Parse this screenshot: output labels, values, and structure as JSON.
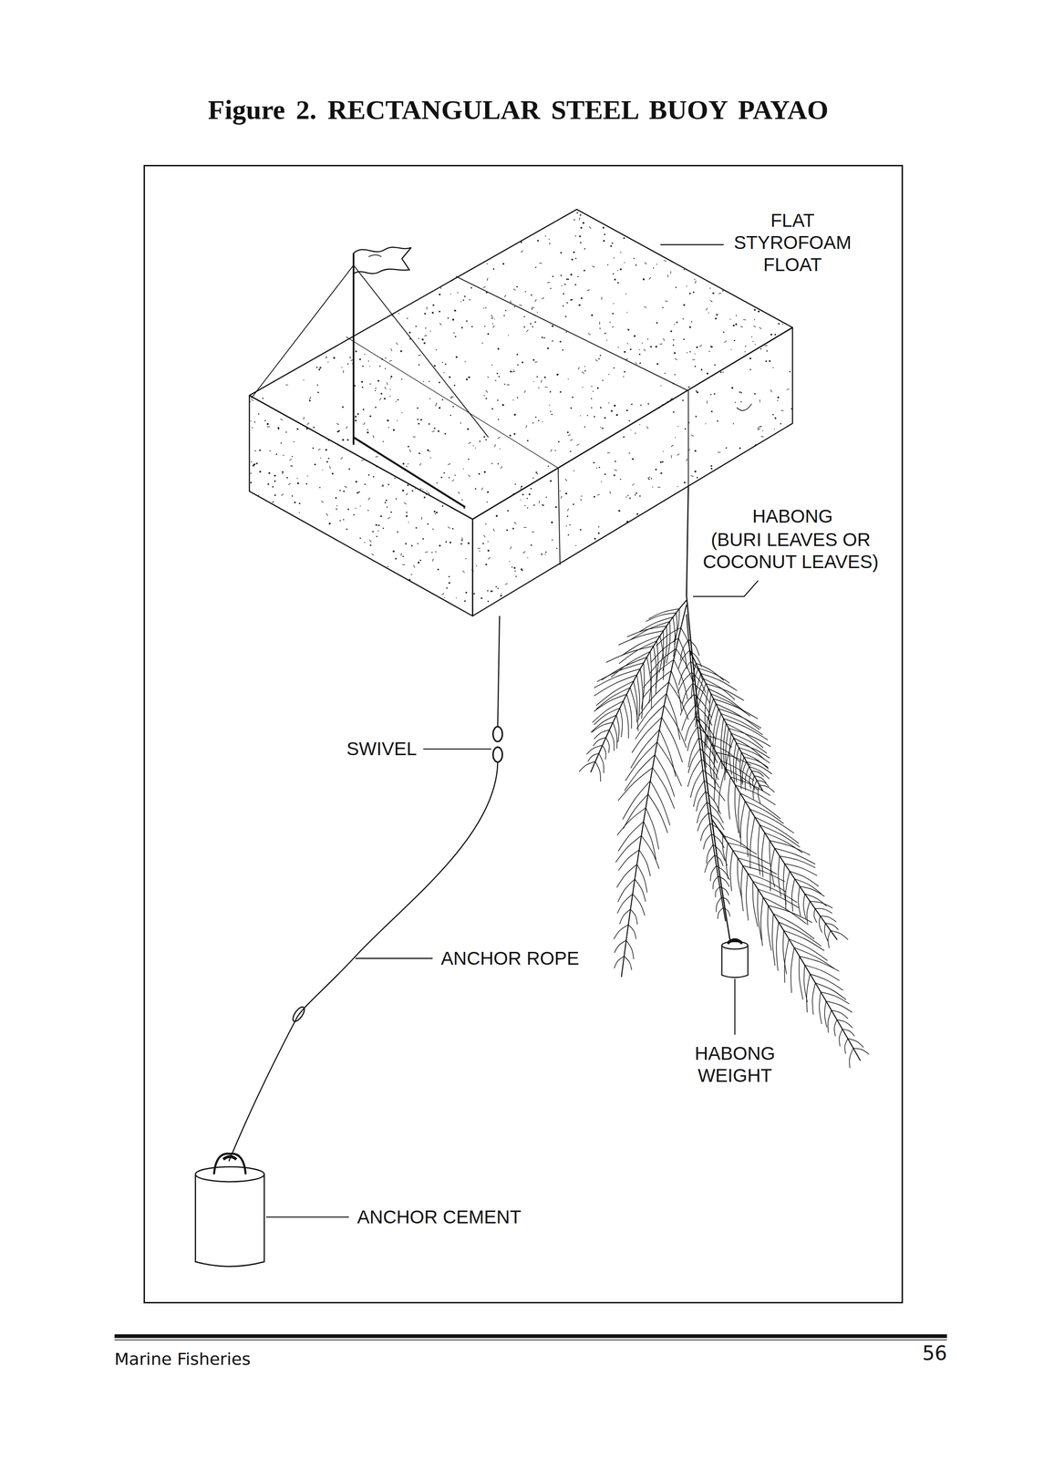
{
  "diagram": {
    "title": "Figure 2. RECTANGULAR STEEL BUOY PAYAO",
    "labels": [
      "FLAT STYROFOAM FLOAT",
      "HABONG",
      "(BURI LEAVES OR COCONUT LEAVES)",
      "SWIVEL",
      "ANCHOR ROPE",
      "HABONG WEIGHT",
      "ANCHOR CEMENT",
      "Marine Fisheries",
      "56"
    ]
  }
}
